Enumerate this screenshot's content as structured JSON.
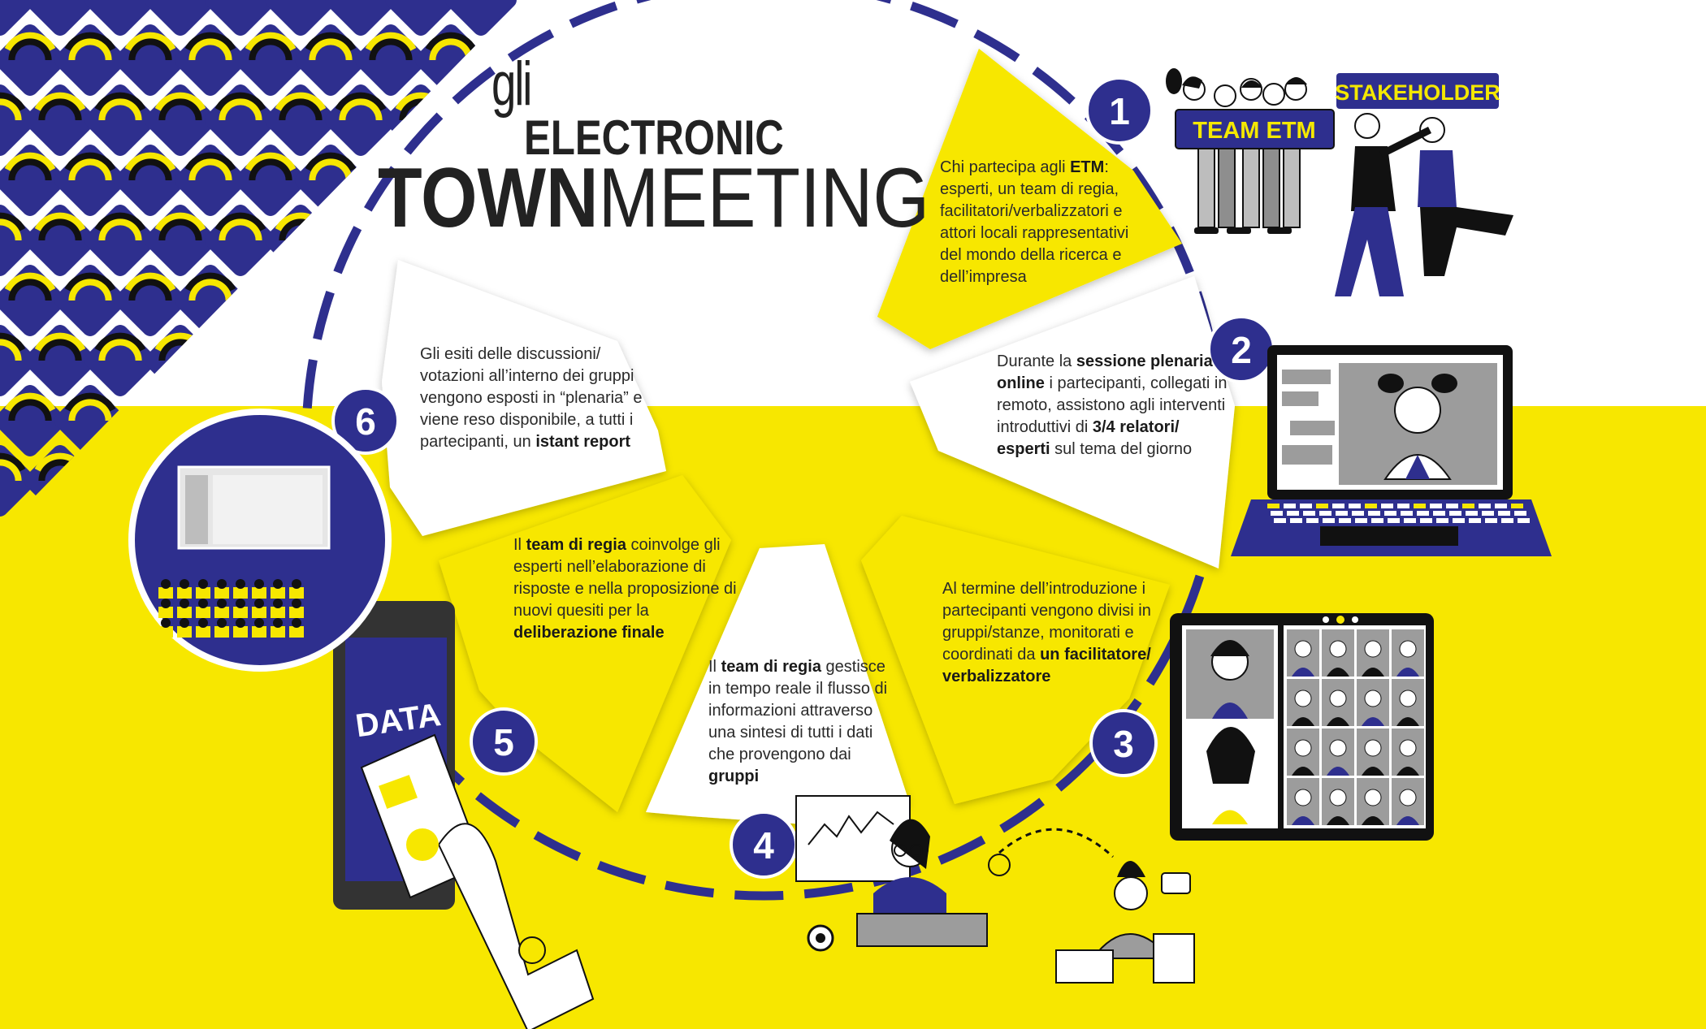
{
  "title": {
    "gli": "gli",
    "electronic": "ELECTRONIC",
    "town": "TOWN",
    "meeting": "MEETING"
  },
  "colors": {
    "navy": "#2e2f8e",
    "yellow": "#f7e700",
    "white": "#ffffff"
  },
  "labels": {
    "team": "TEAM ETM",
    "stakeholder": "STAKEHOLDER",
    "data": "DATA"
  },
  "steps": [
    {
      "num": "1",
      "parts": [
        [
          "Chi partecipa agli ",
          false
        ],
        [
          "ETM",
          true
        ],
        [
          ": esperti, un team di regia, facilitatori/verbalizzatori e attori locali rappresentativi del mondo della ricerca e dell’impresa",
          false
        ]
      ]
    },
    {
      "num": "2",
      "parts": [
        [
          "Durante la ",
          false
        ],
        [
          "sessione plenaria online",
          true
        ],
        [
          " i partecipanti, collegati in remoto, assistono agli interventi introduttivi di ",
          false
        ],
        [
          "3/4 relatori/ esperti",
          true
        ],
        [
          " sul tema del giorno",
          false
        ]
      ]
    },
    {
      "num": "3",
      "parts": [
        [
          "Al termine dell’introduzione i partecipanti vengono divisi in gruppi/stanze, monitorati e coordinati da ",
          false
        ],
        [
          "un facilitatore/ verbalizzatore",
          true
        ]
      ]
    },
    {
      "num": "4",
      "parts": [
        [
          "Il ",
          false
        ],
        [
          "team di regia",
          true
        ],
        [
          " gestisce in tempo reale il flusso di informazioni attraverso una sintesi di tutti i dati che provengono dai ",
          false
        ],
        [
          "gruppi",
          true
        ]
      ]
    },
    {
      "num": "5",
      "parts": [
        [
          "Il ",
          false
        ],
        [
          "team di regia",
          true
        ],
        [
          " coinvolge gli esperti nell’elaborazione di  risposte e nella proposizione di nuovi quesiti per la ",
          false
        ],
        [
          "deliberazione finale",
          true
        ]
      ]
    },
    {
      "num": "6",
      "parts": [
        [
          "Gli esiti delle discussioni/ votazioni all’interno dei gruppi vengono esposti in “plenaria” e viene reso disponibile, a tutti i partecipanti, un ",
          false
        ],
        [
          "istant report",
          true
        ]
      ]
    }
  ]
}
